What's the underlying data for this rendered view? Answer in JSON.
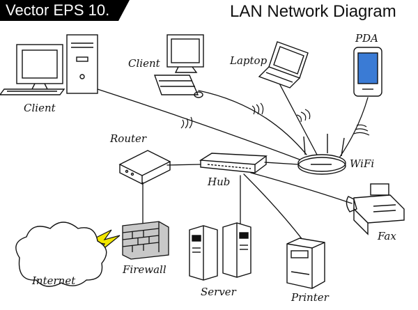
{
  "header": {
    "badge_text": "Vector EPS 10.",
    "title": "LAN Network Diagram"
  },
  "nodes": {
    "client_desktop": "Client",
    "client_workstation": "Client",
    "laptop": "Laptop",
    "pda": "PDA",
    "router": "Router",
    "hub": "Hub",
    "wifi": "WiFi",
    "fax": "Fax",
    "internet": "Internet",
    "firewall": "Firewall",
    "server": "Server",
    "printer": "Printer"
  },
  "colors": {
    "badge_background": "#000000",
    "ink": "#111111",
    "pda_screen": "#3a7bd5",
    "lightning": "#f2e600",
    "firewall_brick": "#c8c8c8"
  }
}
